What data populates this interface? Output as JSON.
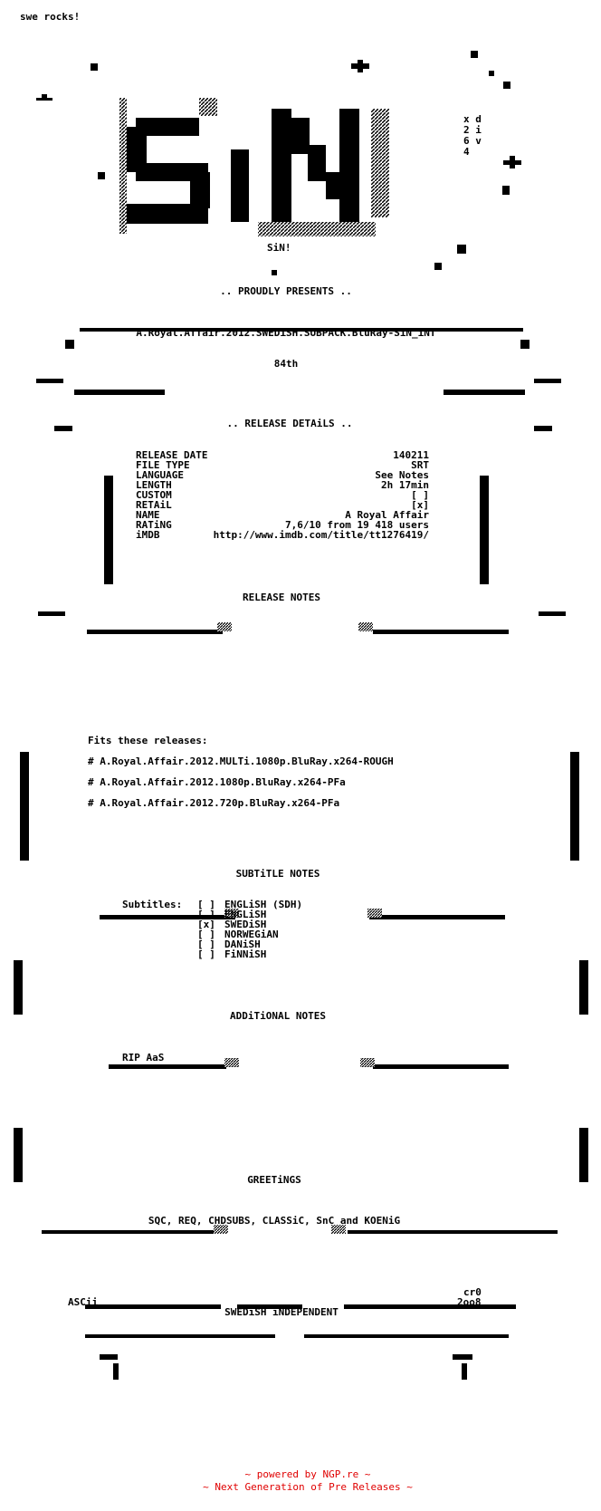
{
  "header": "swe rocks!",
  "logo": {
    "letters": "SiN",
    "tag": "SiN!",
    "side_text": [
      "x d",
      "2 i",
      "6 v",
      "4"
    ]
  },
  "presents": ".. PROUDLY PRESENTS ..",
  "release_name": "A.Royal.Affair.2012.SWEDiSH.SUBPACK.BluRay-SiN_iNT",
  "release_number": "84th",
  "release_details": {
    "heading": ".. RELEASE DETAiLS ..",
    "rows": [
      {
        "label": "RELEASE DATE",
        "value": "140211"
      },
      {
        "label": "FILE TYPE",
        "value": "SRT"
      },
      {
        "label": "LANGUAGE",
        "value": "See Notes"
      },
      {
        "label": "LENGTH",
        "value": "2h 17min"
      },
      {
        "label": "CUSTOM",
        "value": "[ ]"
      },
      {
        "label": "RETAiL",
        "value": "[x]"
      },
      {
        "label": "NAME",
        "value": "A Royal Affair"
      },
      {
        "label": "RATiNG",
        "value": "7,6/10 from 19 418 users"
      },
      {
        "label": "iMDB",
        "value": "http://www.imdb.com/title/tt1276419/"
      }
    ]
  },
  "release_notes": {
    "heading": "RELEASE NOTES",
    "intro": "Fits these releases:",
    "items": [
      "# A.Royal.Affair.2012.MULTi.1080p.BluRay.x264-ROUGH",
      "# A.Royal.Affair.2012.1080p.BluRay.x264-PFa",
      "# A.Royal.Affair.2012.720p.BluRay.x264-PFa"
    ]
  },
  "subtitle_notes": {
    "heading": "SUBTiTLE NOTES",
    "label": "Subtitles:",
    "items": [
      {
        "mark": "[ ]",
        "lang": "ENGLiSH (SDH)"
      },
      {
        "mark": "[ ]",
        "lang": "ENGLiSH"
      },
      {
        "mark": "[x]",
        "lang": "SWEDiSH"
      },
      {
        "mark": "[ ]",
        "lang": "NORWEGiAN"
      },
      {
        "mark": "[ ]",
        "lang": "DANiSH"
      },
      {
        "mark": "[ ]",
        "lang": "FiNNiSH"
      }
    ]
  },
  "additional_notes": {
    "heading": "ADDiTiONAL NOTES",
    "text": "RIP AaS"
  },
  "greetings": {
    "heading": "GREETiNGS",
    "text": "SQC, REQ, CHDSUBS, CLASSiC, SnC and KOENiG"
  },
  "footer": {
    "left": "ASCii",
    "center": "SWEDiSH iNDEPENDENT",
    "right_1": "cr0",
    "right_2": "2oo8"
  },
  "powered": {
    "line1": "~ powered by NGP.re ~",
    "line2": "~ Next Generation of Pre Releases ~"
  }
}
